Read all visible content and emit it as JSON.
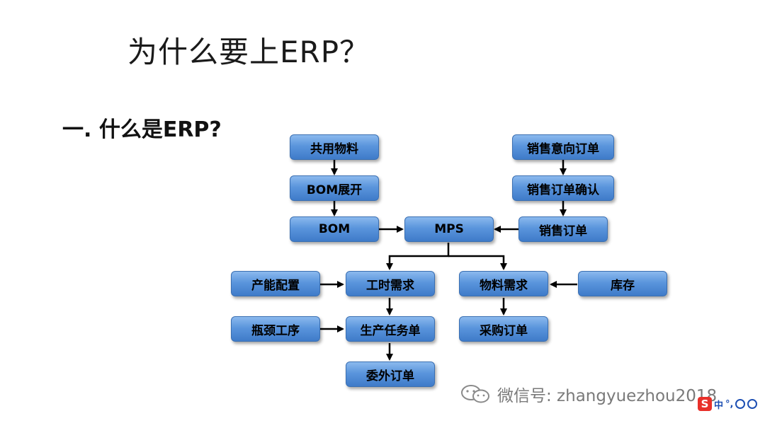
{
  "title": "为什么要上ERP？",
  "subtitle": "一. 什么是ERP?",
  "nodes": {
    "gongyong_wuliao": "共用物料",
    "bom_zhankai": "BOM展开",
    "bom": "BOM",
    "mps": "MPS",
    "xiaoshou_yixiang": "销售意向订单",
    "xiaoshou_queren": "销售订单确认",
    "xiaoshou_dingdan": "销售订单",
    "chanegng_peizhi": "产能配置",
    "gongshi_xuqiu": "工时需求",
    "wuliao_xuqiu": "物料需求",
    "kucun": "库存",
    "pingjing_gongxu": "瓶颈工序",
    "shengchan_renwu": "生产任务单",
    "caigou_dingdan": "采购订单",
    "weiwai_dingdan": "委外订单"
  },
  "watermark": "微信号: zhangyuezhou2018",
  "ime": {
    "label": "中",
    "punct": "°,"
  },
  "colors": {
    "box_top": "#8bb9ee",
    "box_bottom": "#3f7bc9",
    "arrow": "#000000"
  }
}
